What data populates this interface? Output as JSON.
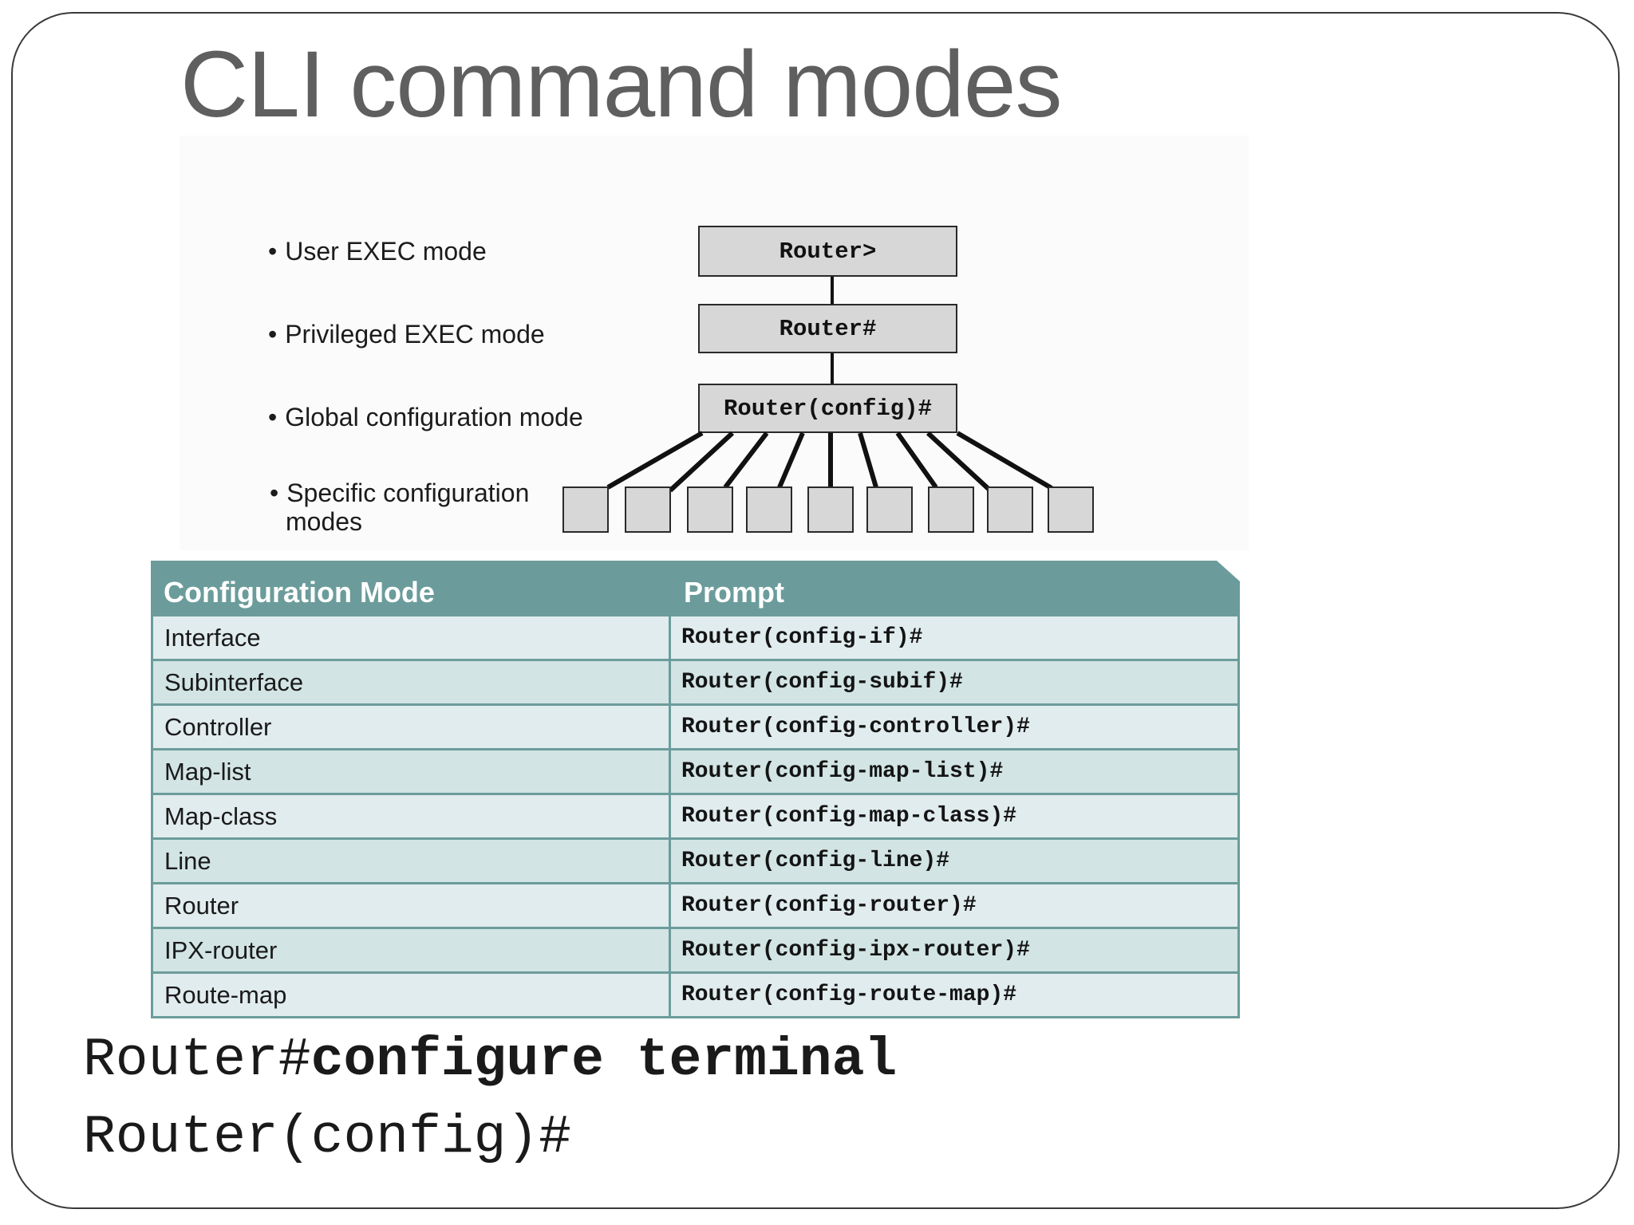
{
  "slide": {
    "title": "CLI command modes"
  },
  "diagram": {
    "bullet": "•",
    "levels": [
      {
        "label": "User EXEC mode",
        "prompt": "Router>"
      },
      {
        "label": "Privileged EXEC mode",
        "prompt": "Router#"
      },
      {
        "label": "Global configuration mode",
        "prompt": "Router(config)#"
      }
    ],
    "specific": {
      "label_line1": "Specific configuration",
      "label_line2": "modes",
      "submode_count": 9
    }
  },
  "table": {
    "headers": {
      "mode": "Configuration Mode",
      "prompt": "Prompt"
    },
    "rows": [
      {
        "mode": "Interface",
        "prompt": "Router(config-if)#"
      },
      {
        "mode": "Subinterface",
        "prompt": "Router(config-subif)#"
      },
      {
        "mode": "Controller",
        "prompt": "Router(config-controller)#"
      },
      {
        "mode": "Map-list",
        "prompt": "Router(config-map-list)#"
      },
      {
        "mode": "Map-class",
        "prompt": "Router(config-map-class)#"
      },
      {
        "mode": "Line",
        "prompt": "Router(config-line)#"
      },
      {
        "mode": "Router",
        "prompt": "Router(config-router)#"
      },
      {
        "mode": "IPX-router",
        "prompt": "Router(config-ipx-router)#"
      },
      {
        "mode": "Route-map",
        "prompt": "Router(config-route-map)#"
      }
    ]
  },
  "cli": {
    "line1_prompt": "Router#",
    "line1_command": "configure terminal",
    "line2_prompt": "Router(config)#"
  },
  "colors": {
    "table_header": "#6b9c9b",
    "row_light": "#e1ecee",
    "row_dark": "#d2e4e4",
    "mode_box_fill": "#d7d7d7",
    "title_text": "#5f5f5f"
  }
}
